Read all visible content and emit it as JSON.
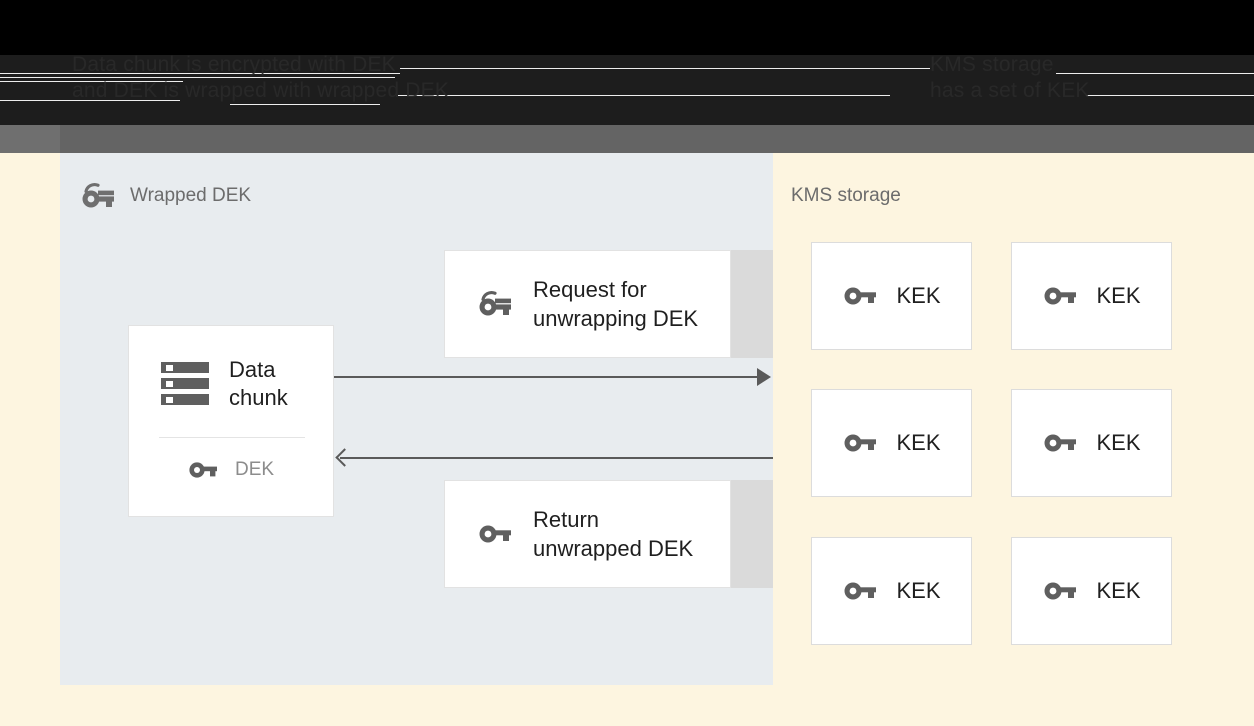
{
  "chrome": {
    "headline_left": "Data chunk is encrypted with DEK\nand DEK is wrapped with wrapped DEK",
    "headline_right": "KMS storage\nhas a set of KEK"
  },
  "left_panel": {
    "title": "Wrapped DEK",
    "title_icon": "wrapped-key-icon",
    "chunk_card": {
      "icon": "server-storage-icon",
      "label": "Data\nchunk",
      "key_icon": "key-icon",
      "key_label": "DEK"
    },
    "messages": [
      {
        "icon": "wrapped-key-icon",
        "label": "Request for\nunwrapping DEK"
      },
      {
        "icon": "key-icon",
        "label": "Return\nunwrapped DEK"
      }
    ],
    "arrows": [
      {
        "name": "request-arrow",
        "direction": "right"
      },
      {
        "name": "return-arrow",
        "direction": "left"
      }
    ]
  },
  "right_panel": {
    "title": "KMS storage",
    "keks": [
      {
        "icon": "key-icon",
        "label": "KEK"
      },
      {
        "icon": "key-icon",
        "label": "KEK"
      },
      {
        "icon": "key-icon",
        "label": "KEK"
      },
      {
        "icon": "key-icon",
        "label": "KEK"
      },
      {
        "icon": "key-icon",
        "label": "KEK"
      },
      {
        "icon": "key-icon",
        "label": "KEK"
      }
    ]
  },
  "colors": {
    "left_panel_bg": "#e8ecef",
    "right_panel_bg": "#fdf5e0",
    "card_bg": "#ffffff",
    "card_border": "#e2e2e2",
    "icon_gray": "#5f5f5f",
    "text_dark": "#1f1f1f",
    "text_muted": "#6c6c6c",
    "arrow": "#5a5a5a",
    "chrome_black": "#000000",
    "chrome_dark": "#1d1d1d",
    "chrome_gray": "#646464"
  }
}
